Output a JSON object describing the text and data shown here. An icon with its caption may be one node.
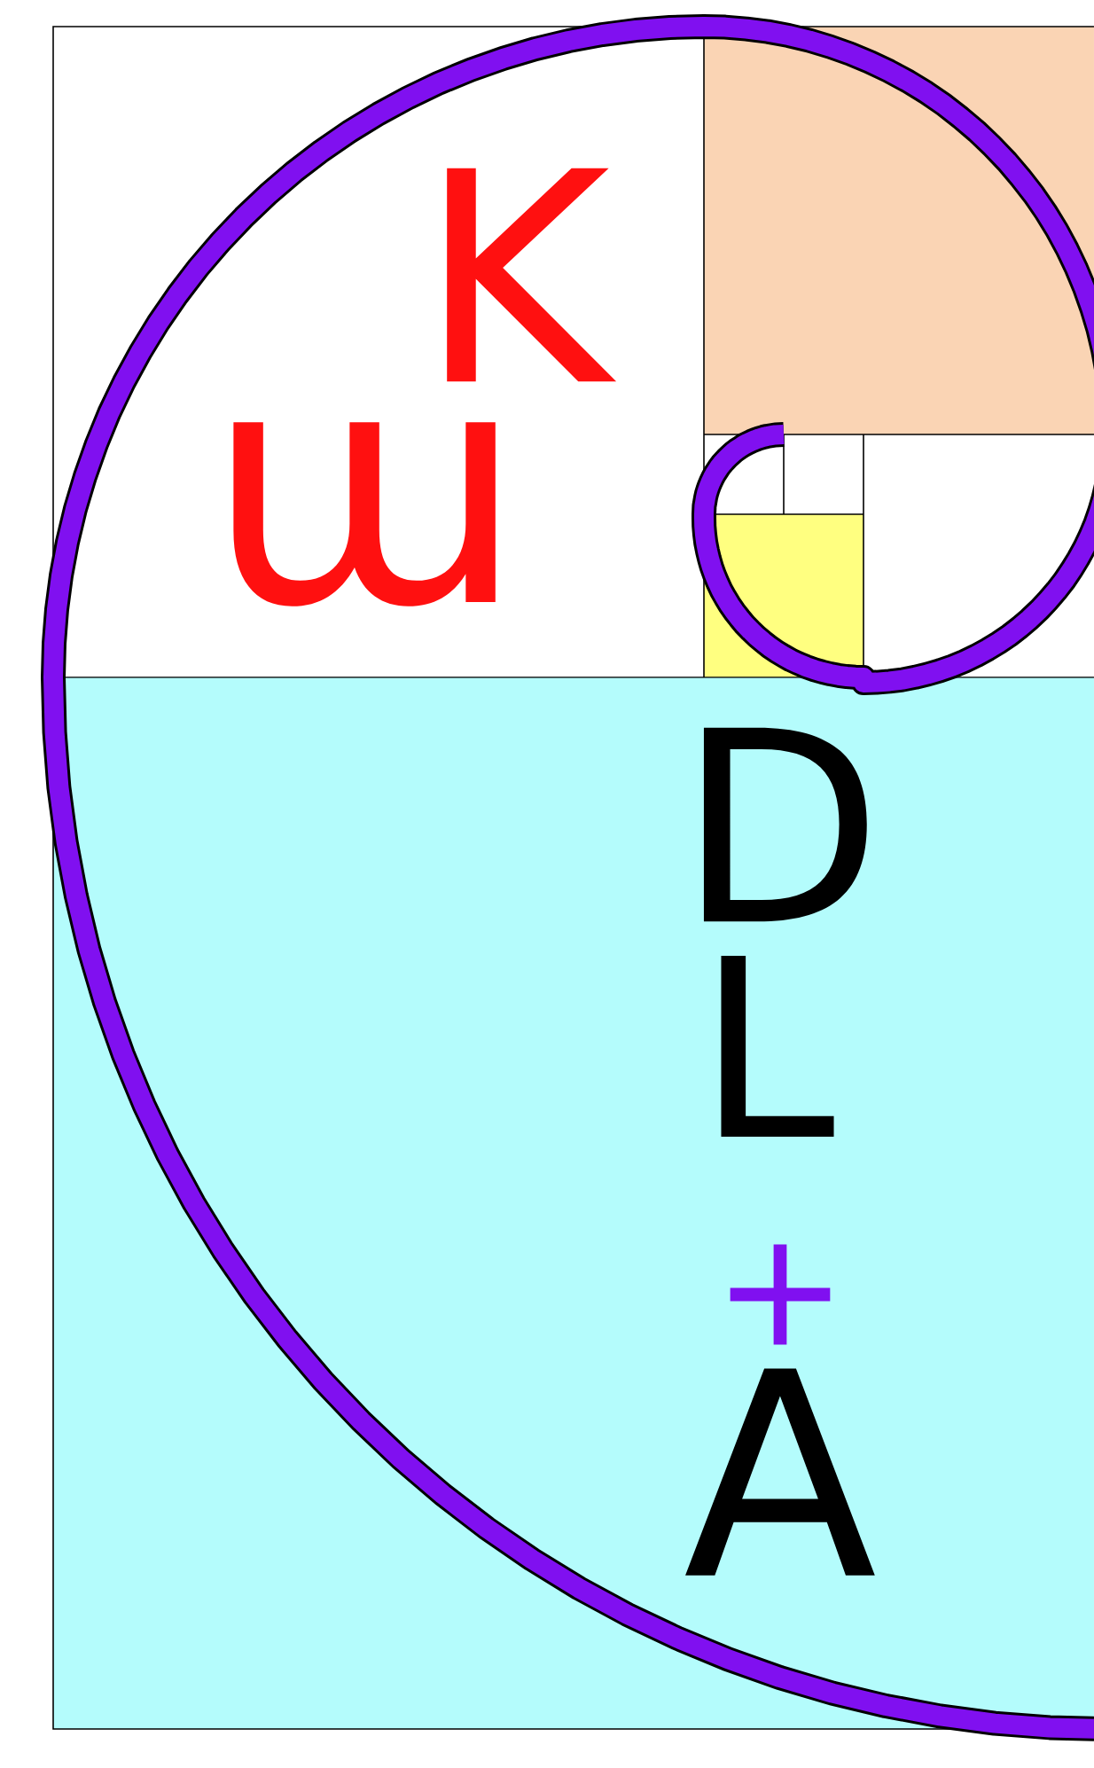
{
  "diagram": {
    "labels": [
      "K",
      "ɯ",
      "D",
      "L",
      "+",
      "A"
    ]
  }
}
